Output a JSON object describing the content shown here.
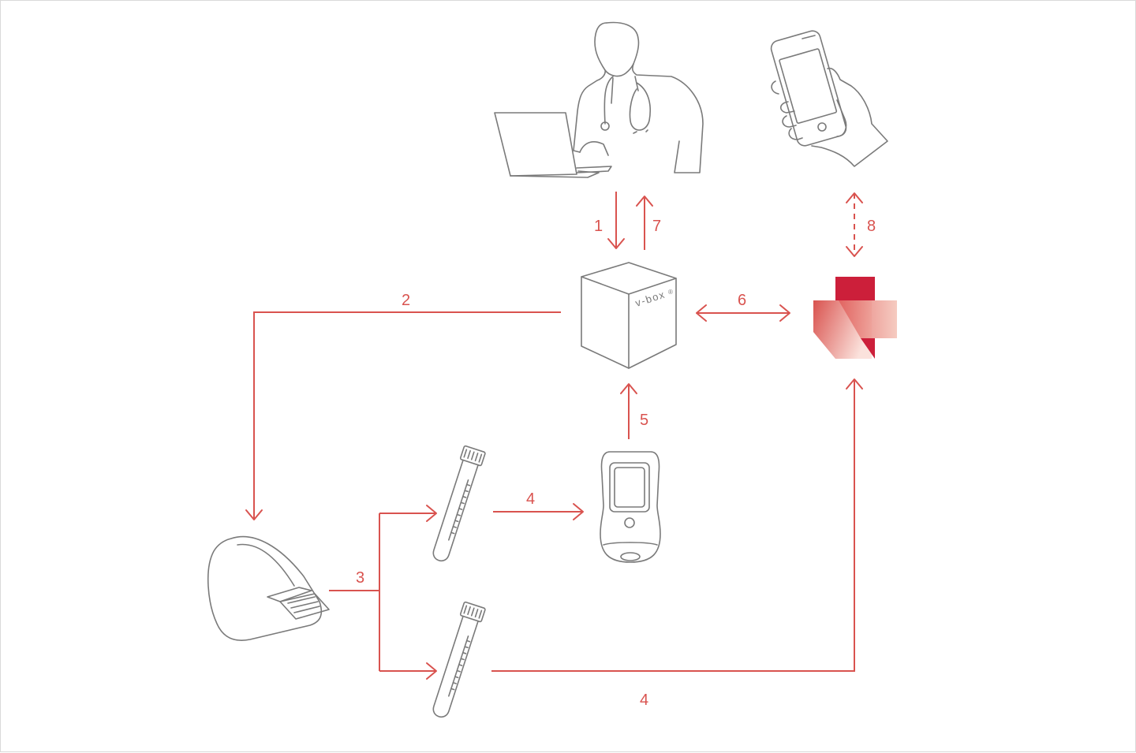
{
  "steps": {
    "s1": "1",
    "s2": "2",
    "s3": "3",
    "s4_top": "4",
    "s4_bottom": "4",
    "s5": "5",
    "s6": "6",
    "s7": "7",
    "s8": "8"
  },
  "vbox": {
    "label": "v-box",
    "mark": "®"
  },
  "icons": [
    "doctor-with-laptop-icon",
    "smartphone-in-hand-icon",
    "v-box-cube-icon",
    "brand-logo-icon",
    "label-printer-icon",
    "test-tube-icon",
    "blood-analyzer-device-icon"
  ],
  "colors": {
    "flow": "#d9534f",
    "icon_stroke": "#7a7a7a",
    "logo_dark": "#cc1f3a",
    "logo_light": "#f0b8ac"
  }
}
